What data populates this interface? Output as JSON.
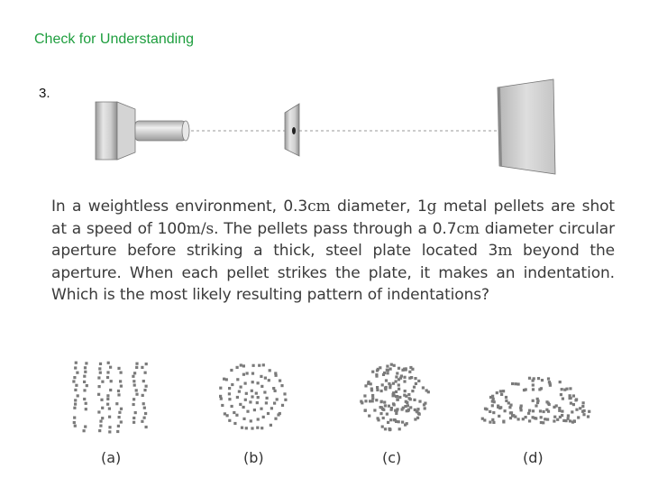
{
  "header": {
    "title": "Check for Understanding"
  },
  "question": {
    "number": "3.",
    "text": {
      "p1": "In a weightless environment, ",
      "d1": "0.3",
      "u1": "cm",
      "p2": " diameter, ",
      "d2": "1",
      "u2": "g",
      "p3": " metal pellets  are shot at a speed of ",
      "d3": "100",
      "u3": "m/s",
      "p4": ".  The pellets pass through a 0.7",
      "u4": "cm",
      "p5": " diameter circular aperture before striking a thick, steel plate located 3",
      "u5": "m",
      "p6": " beyond the aperture.  When each pellet strikes the plate, it makes an indentation. Which is the most likely resulting pattern of indentations?"
    }
  },
  "options": [
    {
      "label": "(a)",
      "pattern": "vertical-columns"
    },
    {
      "label": "(b)",
      "pattern": "concentric-rings"
    },
    {
      "label": "(c)",
      "pattern": "filled-disk"
    },
    {
      "label": "(d)",
      "pattern": "half-mound"
    }
  ],
  "colors": {
    "heading": "#1e9e3e",
    "metal": "#c8c8c8",
    "dots": "#7a7a7a"
  }
}
